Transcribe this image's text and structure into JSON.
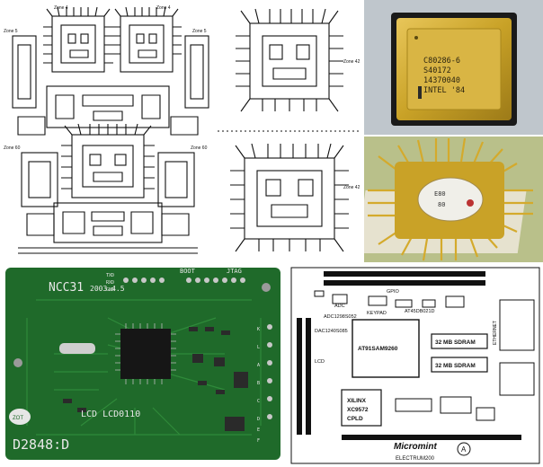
{
  "collage": {
    "glyph_drawings": {
      "labels": [
        "Zone 4",
        "Zone 4",
        "Zone 5",
        "Zone 5",
        "Zone 60",
        "Zone 60",
        "Zone 42",
        "Zone 42"
      ]
    },
    "chip_gold": {
      "lines": [
        "C80286-6",
        "S40172",
        "14370040",
        "INTEL '84"
      ]
    },
    "chip_socket": {
      "lines": [
        "E80",
        "80"
      ]
    },
    "green_board": {
      "title": "NCC31",
      "date": "2003.4.5",
      "top_labels": [
        "BOOT",
        "JTAG"
      ],
      "lcd_label": "LCD  LCD0110",
      "bottom_code": "D2848:D",
      "logo": "ZOT",
      "side_labels": [
        "TXD",
        "RXD",
        "GND",
        "K",
        "L",
        "A",
        "B",
        "C",
        "D",
        "E",
        "F"
      ]
    },
    "schematic_board": {
      "labels": {
        "adc": "ADC",
        "gpio": "GPIO",
        "keypad": "KEYPAD",
        "adc1298": "ADC1298S052",
        "at45": "AT45DB021D",
        "mcu": "AT91SAM9260",
        "sdram1": "32 MB SDRAM",
        "sdram2": "32 MB SDRAM",
        "cpld1": "XILINX",
        "cpld2": "XC9572",
        "cpld3": "CPLD",
        "ethernet": "ETHERNET",
        "lcd": "LCD",
        "dac": "DAC1240S085",
        "brand": "Micromint",
        "product": "ELECTRUM200",
        "mark": "A"
      }
    }
  },
  "colors": {
    "gold": "#c9a227",
    "board_green": "#1f6a2a",
    "chip_black": "#161616",
    "ink": "#111111"
  }
}
